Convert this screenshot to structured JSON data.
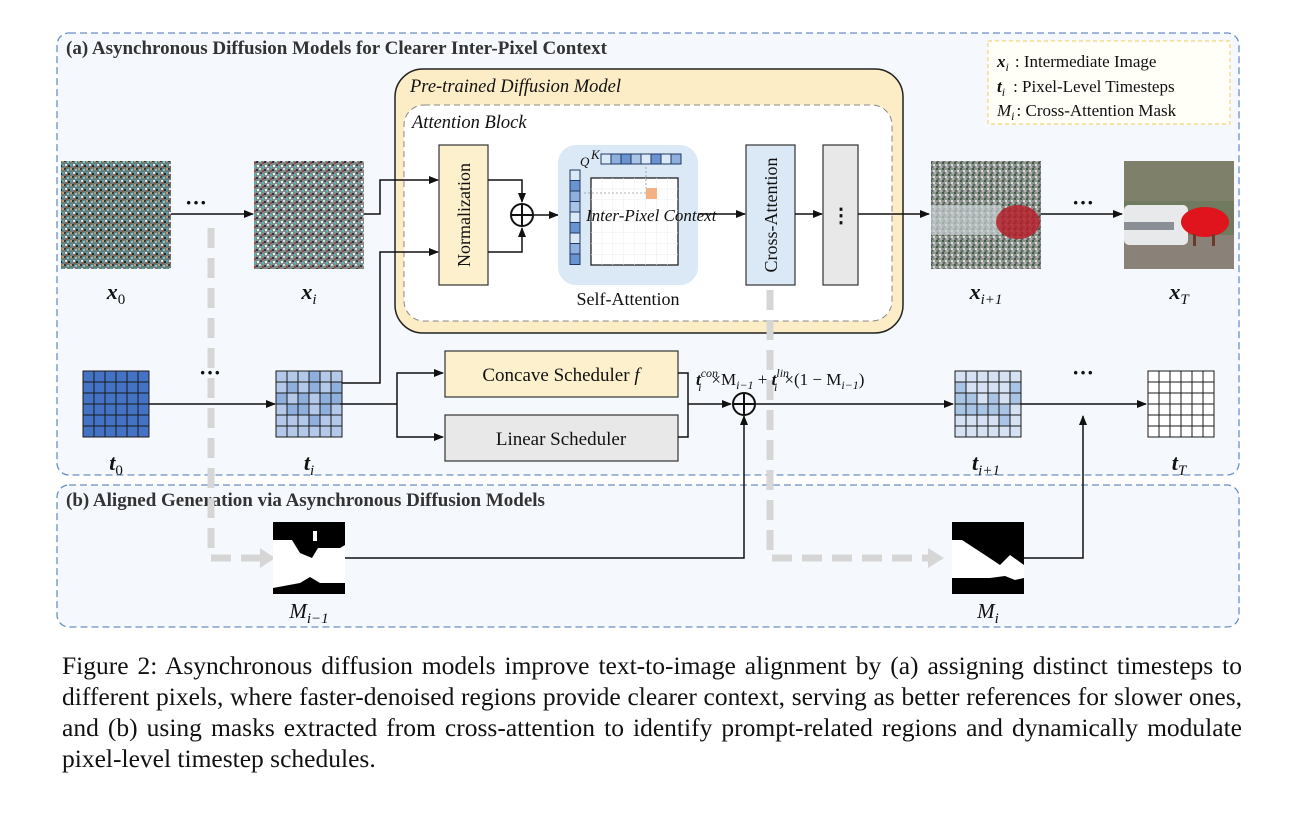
{
  "panels": {
    "a_title": "(a) Asynchronous Diffusion Models for Clearer Inter-Pixel Context",
    "b_title": "(b) Aligned Generation via Asynchronous Diffusion Models"
  },
  "legend": [
    {
      "symbol": "x",
      "sub": "i",
      "text": ": Intermediate Image"
    },
    {
      "symbol": "t",
      "sub": "i",
      "text": ": Pixel-Level Timesteps"
    },
    {
      "symbol": "M",
      "sub": "i",
      "text": ": Cross-Attention Mask"
    }
  ],
  "model": {
    "title": "Pre-trained Diffusion Model",
    "block_title": "Attention Block",
    "normalization": "Normalization",
    "self_attention": "Self-Attention",
    "inter_pixel": "Inter-Pixel Context",
    "q_label": "Q",
    "k_label": "K",
    "cross_attention": "Cross-Attention",
    "more": "⋮"
  },
  "images": {
    "x0": {
      "sym": "x",
      "sub": "0"
    },
    "xi": {
      "sym": "x",
      "sub": "i"
    },
    "xi1": {
      "sym": "x",
      "sub": "i+1"
    },
    "xT": {
      "sym": "x",
      "sub": "T"
    }
  },
  "timesteps": {
    "t0": {
      "sym": "t",
      "sub": "0"
    },
    "ti": {
      "sym": "t",
      "sub": "i"
    },
    "ti1": {
      "sym": "t",
      "sub": "i+1"
    },
    "tT": {
      "sym": "t",
      "sub": "T"
    }
  },
  "schedulers": {
    "concave": "Concave Scheduler",
    "concave_f": "f",
    "linear": "Linear Scheduler"
  },
  "formula": {
    "t1": "t",
    "t1_sub": "i",
    "t1_sup": "con",
    "mid1": "×M",
    "m1_sub": "i−1",
    "plus": " + ",
    "t2": "t",
    "t2_sub": "i",
    "t2_sup": "lin",
    "mid2": "×(1 − M",
    "m2_sub": "i−1",
    "end": ")"
  },
  "masks": {
    "m_prev": {
      "sym": "M",
      "sub": "i−1"
    },
    "m_cur": {
      "sym": "M",
      "sub": "i"
    }
  },
  "ellipsis": "···",
  "caption": "Figure 2: Asynchronous diffusion models improve text-to-image alignment by (a) assigning distinct timesteps to different pixels, where faster-denoised regions provide clearer context, serving as better references for slower ones, and (b) using masks extracted from cross-attention to identify prompt-related regions and dynamically modulate pixel-level timestep schedules.",
  "colors": {
    "panel_border": "#6a8fc7",
    "panel_fill": "#f5f8fc",
    "model_fill": "#fdedc6",
    "norm_fill": "#fdf0cc",
    "attn_fill": "#dbe8f6",
    "gray_box": "#e8e8e8",
    "t0_blue": "#4472c4",
    "highlight": "#f4b183",
    "dashed_gray": "#d6d6d6"
  }
}
